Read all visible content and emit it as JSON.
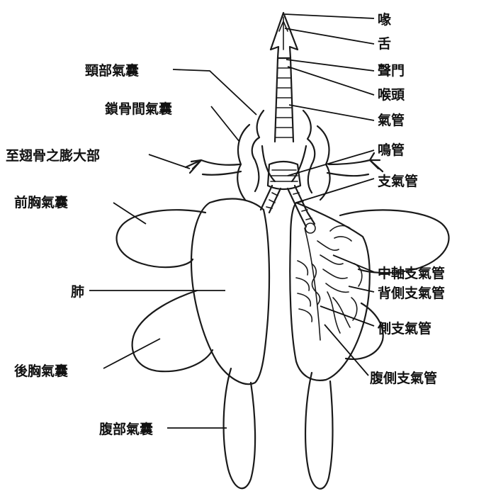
{
  "labels": {
    "beak": "喙",
    "tongue": "舌",
    "glottis": "聲門",
    "larynx": "喉頭",
    "trachea": "氣管",
    "syrinx": "鳴管",
    "bronchus": "支氣管",
    "mesobronchus": "中軸支氣管",
    "dorsobronchi": "背側支氣管",
    "lateral_bronchi": "側支氣管",
    "ventrobronchi": "腹側支氣管",
    "cervical_air_sac": "頸部氣囊",
    "interclavicular_air_sac": "鎖骨間氣囊",
    "humeral_diverticulum": "至翅骨之膨大部",
    "anterior_thoracic_air_sac": "前胸氣囊",
    "lung": "肺",
    "posterior_thoracic_air_sac": "後胸氣囊",
    "abdominal_air_sac": "腹部氣囊"
  }
}
